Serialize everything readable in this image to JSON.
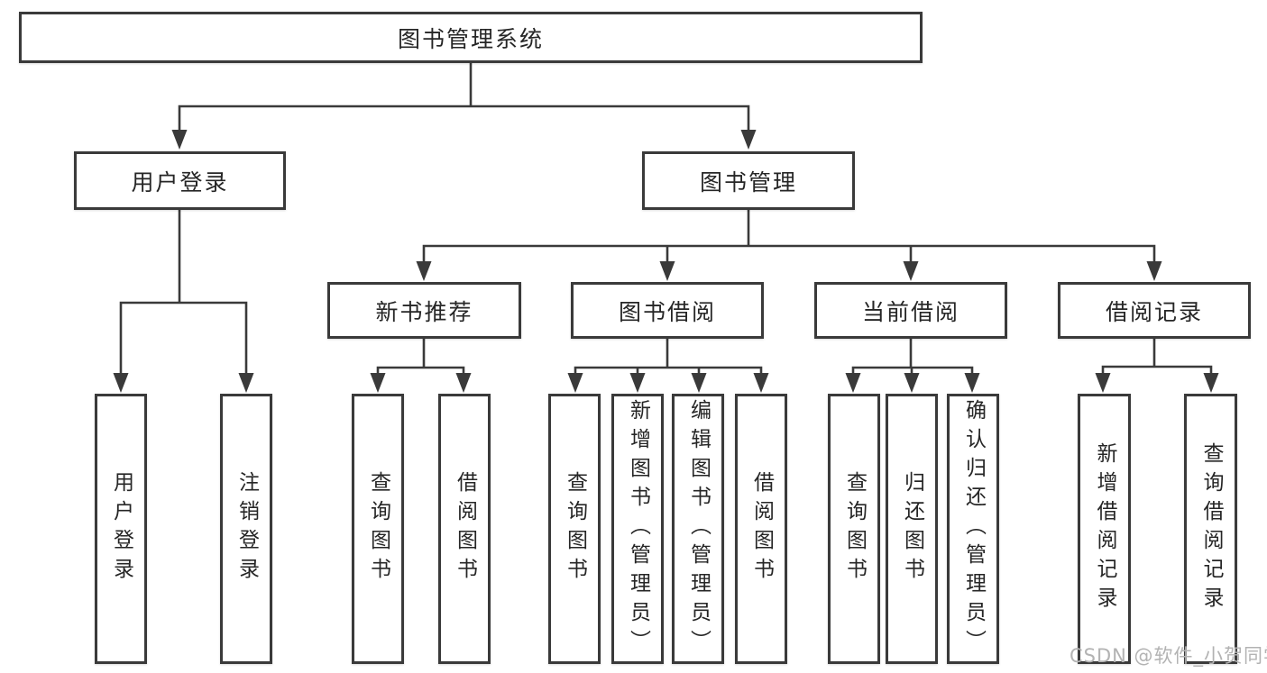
{
  "diagram": {
    "root": {
      "label": "图书管理系统"
    },
    "branches": [
      {
        "label": "用户登录",
        "children": [
          "用户登录",
          "注销登录"
        ]
      },
      {
        "label": "图书管理",
        "sections": [
          {
            "label": "新书推荐",
            "children": [
              "查询图书",
              "借阅图书"
            ]
          },
          {
            "label": "图书借阅",
            "children": [
              "查询图书",
              "新增图书（管理员）",
              "编辑图书（管理员）",
              "借阅图书"
            ]
          },
          {
            "label": "当前借阅",
            "children": [
              "查询图书",
              "归还图书",
              "确认归还（管理员）"
            ]
          },
          {
            "label": "借阅记录",
            "children": [
              "新增借阅记录",
              "查询借阅记录"
            ]
          }
        ]
      }
    ]
  },
  "watermark": "CSDN @软件_小贺同学",
  "colors": {
    "line": "#3a3a3a",
    "text": "#262626",
    "watermark": "#b3b3b3",
    "background": "#ffffff"
  }
}
